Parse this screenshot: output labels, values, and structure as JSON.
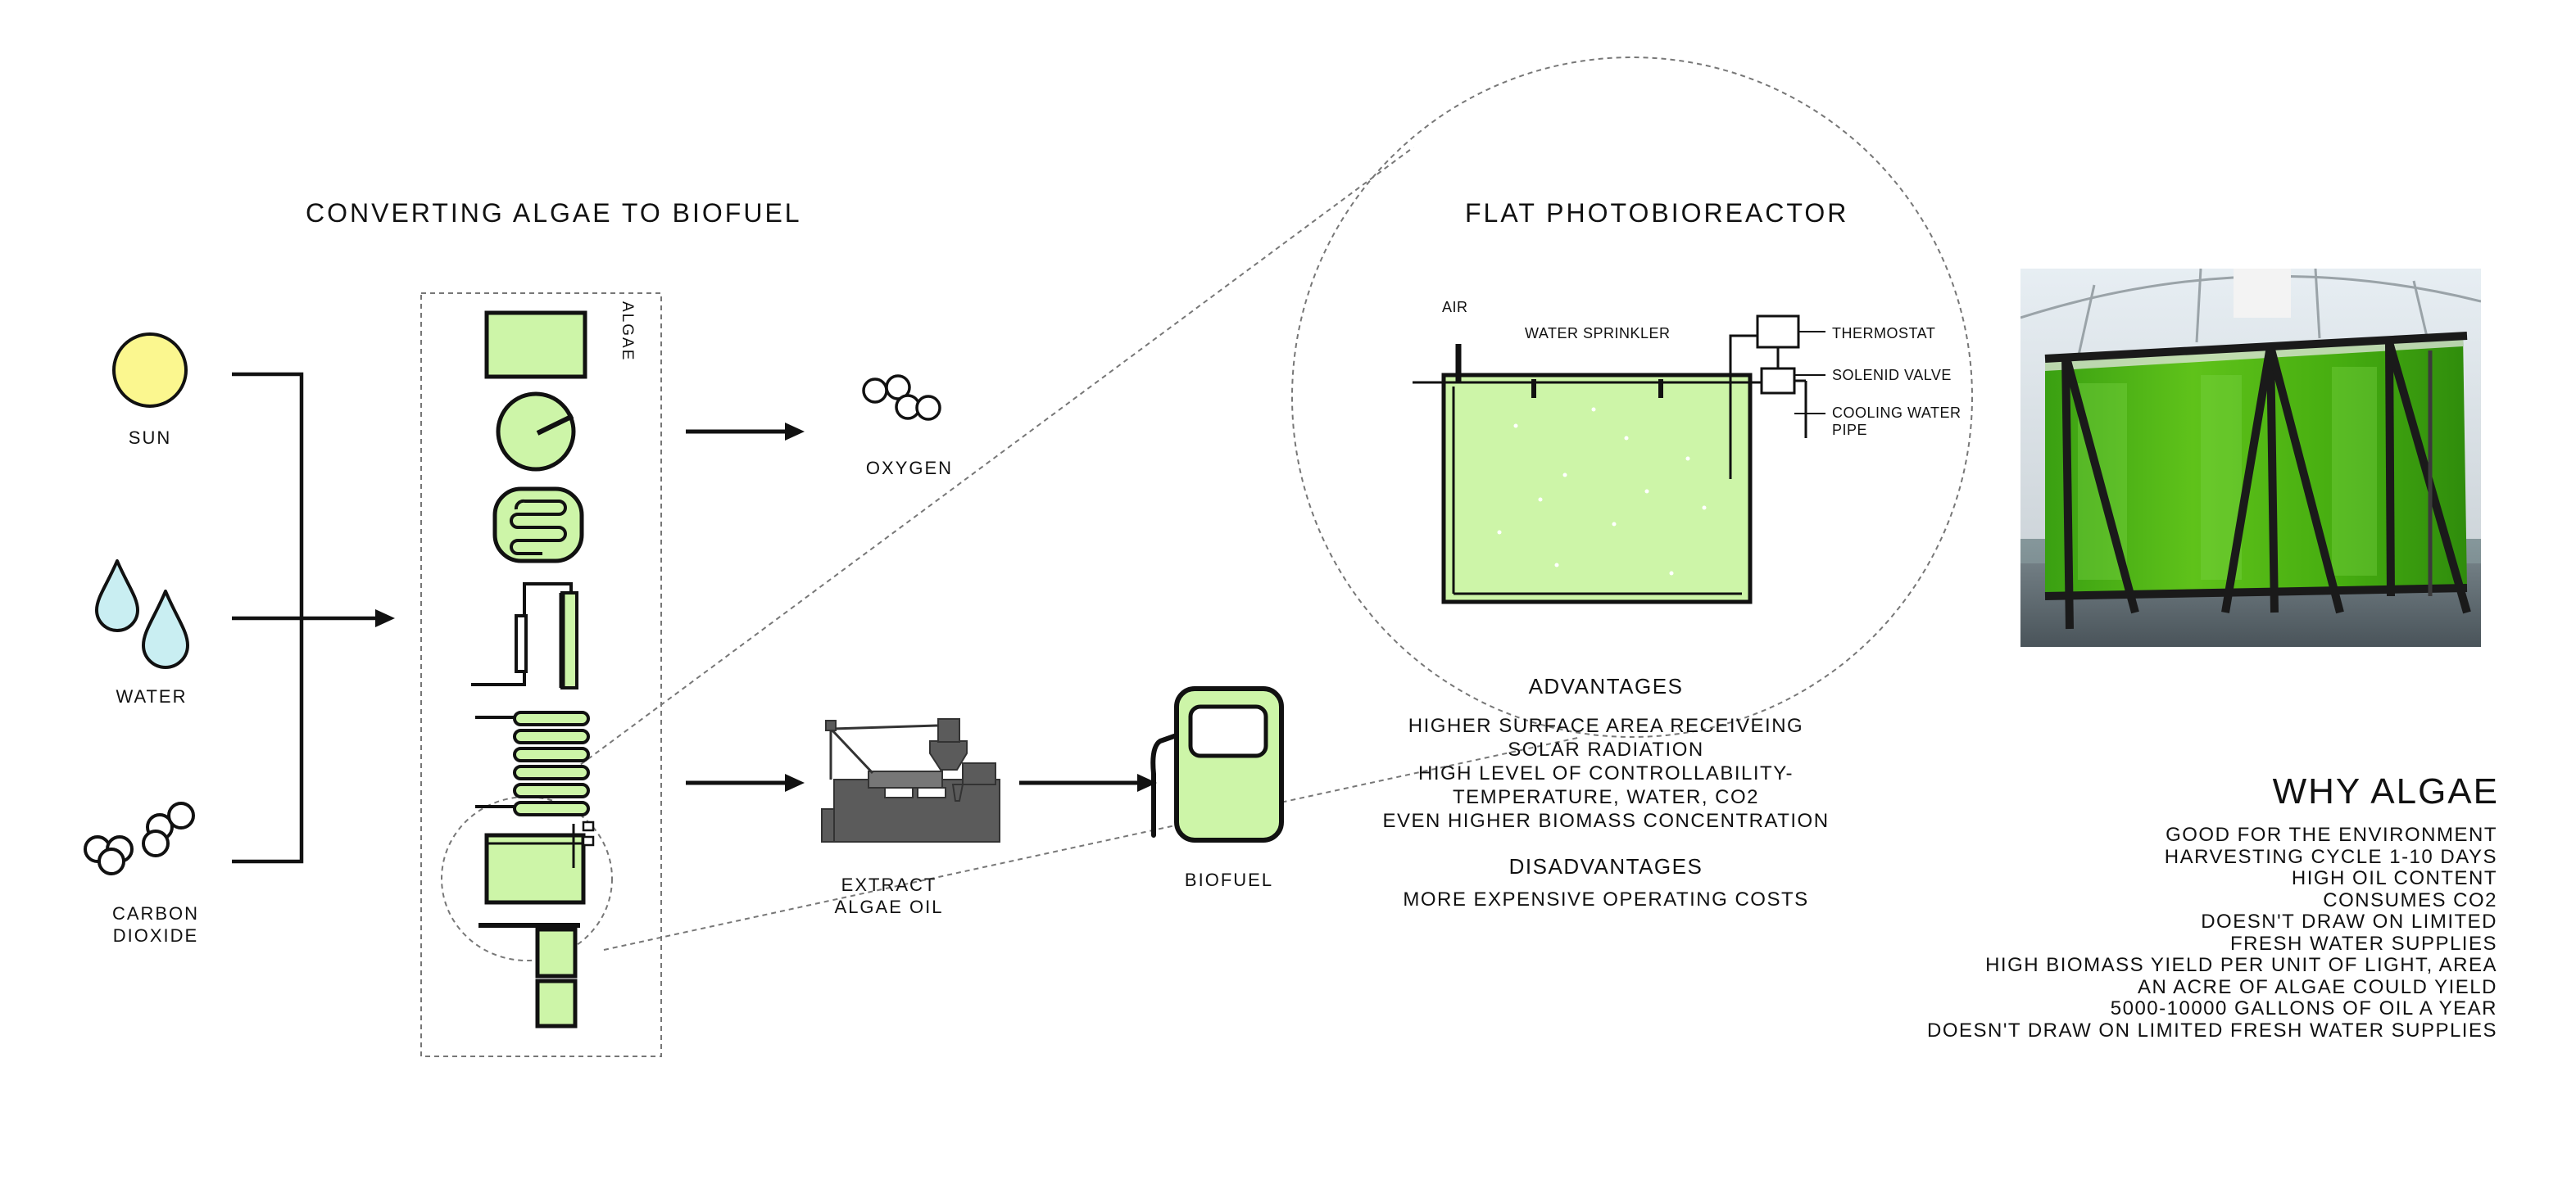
{
  "left_section": {
    "title": "CONVERTING ALGAE TO BIOFUEL",
    "inputs": [
      {
        "label": "SUN",
        "icon": "sun-icon"
      },
      {
        "label": "WATER",
        "icon": "water-drops-icon"
      },
      {
        "label": "CARBON\nDIOXIDE",
        "icon": "carbon-dioxide-icon"
      }
    ],
    "algae_label": "ALGAE",
    "oxygen_label": "OXYGEN",
    "extract_label": "EXTRACT\nALGAE OIL",
    "biofuel_label": "BIOFUEL"
  },
  "reactor": {
    "title": "FLAT PHOTOBIOREACTOR",
    "labels": {
      "air": "AIR",
      "water_sprinkler": "WATER SPRINKLER",
      "thermostat": "THERMOSTAT",
      "solenoid_valve": "SOLENID VALVE",
      "cooling_pipe": "COOLING WATER\nPIPE"
    }
  },
  "advantages": {
    "heading": "ADVANTAGES",
    "lines": [
      "HIGHER SURFACE AREA RECEIVEING",
      "SOLAR RADIATION",
      "HIGH LEVEL OF CONTROLLABILITY-",
      "TEMPERATURE, WATER, CO2",
      "EVEN HIGHER BIOMASS CONCENTRATION"
    ]
  },
  "disadvantages": {
    "heading": "DISADVANTAGES",
    "lines": [
      "MORE EXPENSIVE OPERATING COSTS"
    ]
  },
  "why_algae": {
    "heading": "WHY ALGAE",
    "lines": [
      "GOOD FOR THE ENVIRONMENT",
      "HARVESTING CYCLE 1-10 DAYS",
      "HIGH OIL CONTENT",
      "CONSUMES CO2",
      "DOESN'T DRAW ON LIMITED",
      "FRESH WATER SUPPLIES",
      "HIGH BIOMASS YIELD PER UNIT OF LIGHT, AREA",
      "AN ACRE OF ALGAE COULD YIELD",
      "5000-10000 GALLONS OF OIL A YEAR",
      "DOESN'T DRAW ON LIMITED FRESH WATER SUPPLIES"
    ]
  },
  "colors": {
    "algae_green": "#cdf5a8",
    "sun_yellow": "#fbf78f",
    "water_blue": "#c9eef2",
    "machine_gray": "#5b5b5b"
  }
}
